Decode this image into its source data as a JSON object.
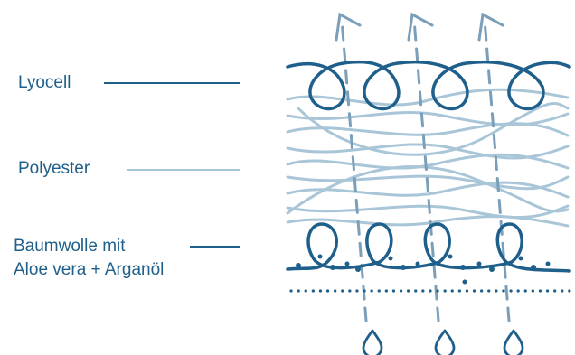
{
  "labels": {
    "lyocell": "Lyocell",
    "polyester": "Polyester",
    "baumwolle_line1": "Baumwolle mit",
    "baumwolle_line2": "Aloe vera + Arganöl"
  },
  "colors": {
    "dark_fiber": "#1f5f8b",
    "light_fiber": "#a9c6d8",
    "dashed_arrow": "#7b9fb9",
    "text": "#1f5f8b",
    "background": "#ffffff"
  },
  "icons": {
    "arrow": "arrow-up-icon",
    "drop": "water-drop-icon"
  }
}
